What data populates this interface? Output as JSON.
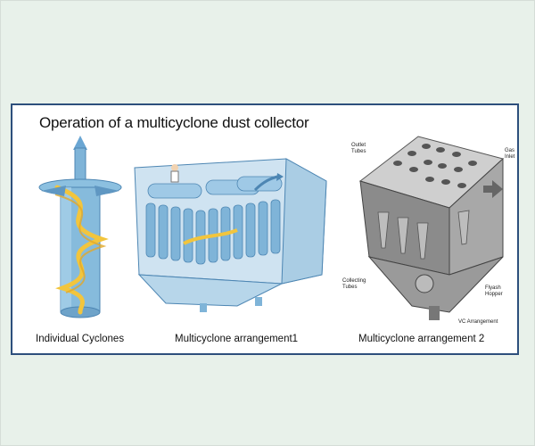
{
  "title": "Operation of a multicyclone dust collector",
  "captions": {
    "individual": "Individual Cyclones",
    "arrangement1": "Multicyclone arrangement1",
    "arrangement2": "Multicyclone arrangement 2"
  },
  "labels": {
    "outlet_tubes": [
      "Outlet",
      "Tubes"
    ],
    "gas_inlet": [
      "Gas",
      "Inlet"
    ],
    "collecting_tubes": [
      "Collecting",
      "Tubes"
    ],
    "flyash_hopper": [
      "Flyash",
      "Hopper"
    ],
    "vc_arrangement": "VC Arrangement"
  },
  "colors": {
    "page_bg": "#e8f1ea",
    "panel_border": "#2d4f7c",
    "cyclone_blue": "#7fb4d8",
    "swirl_yellow": "#f2c53d",
    "steel_gray": "#9a9a9a"
  }
}
